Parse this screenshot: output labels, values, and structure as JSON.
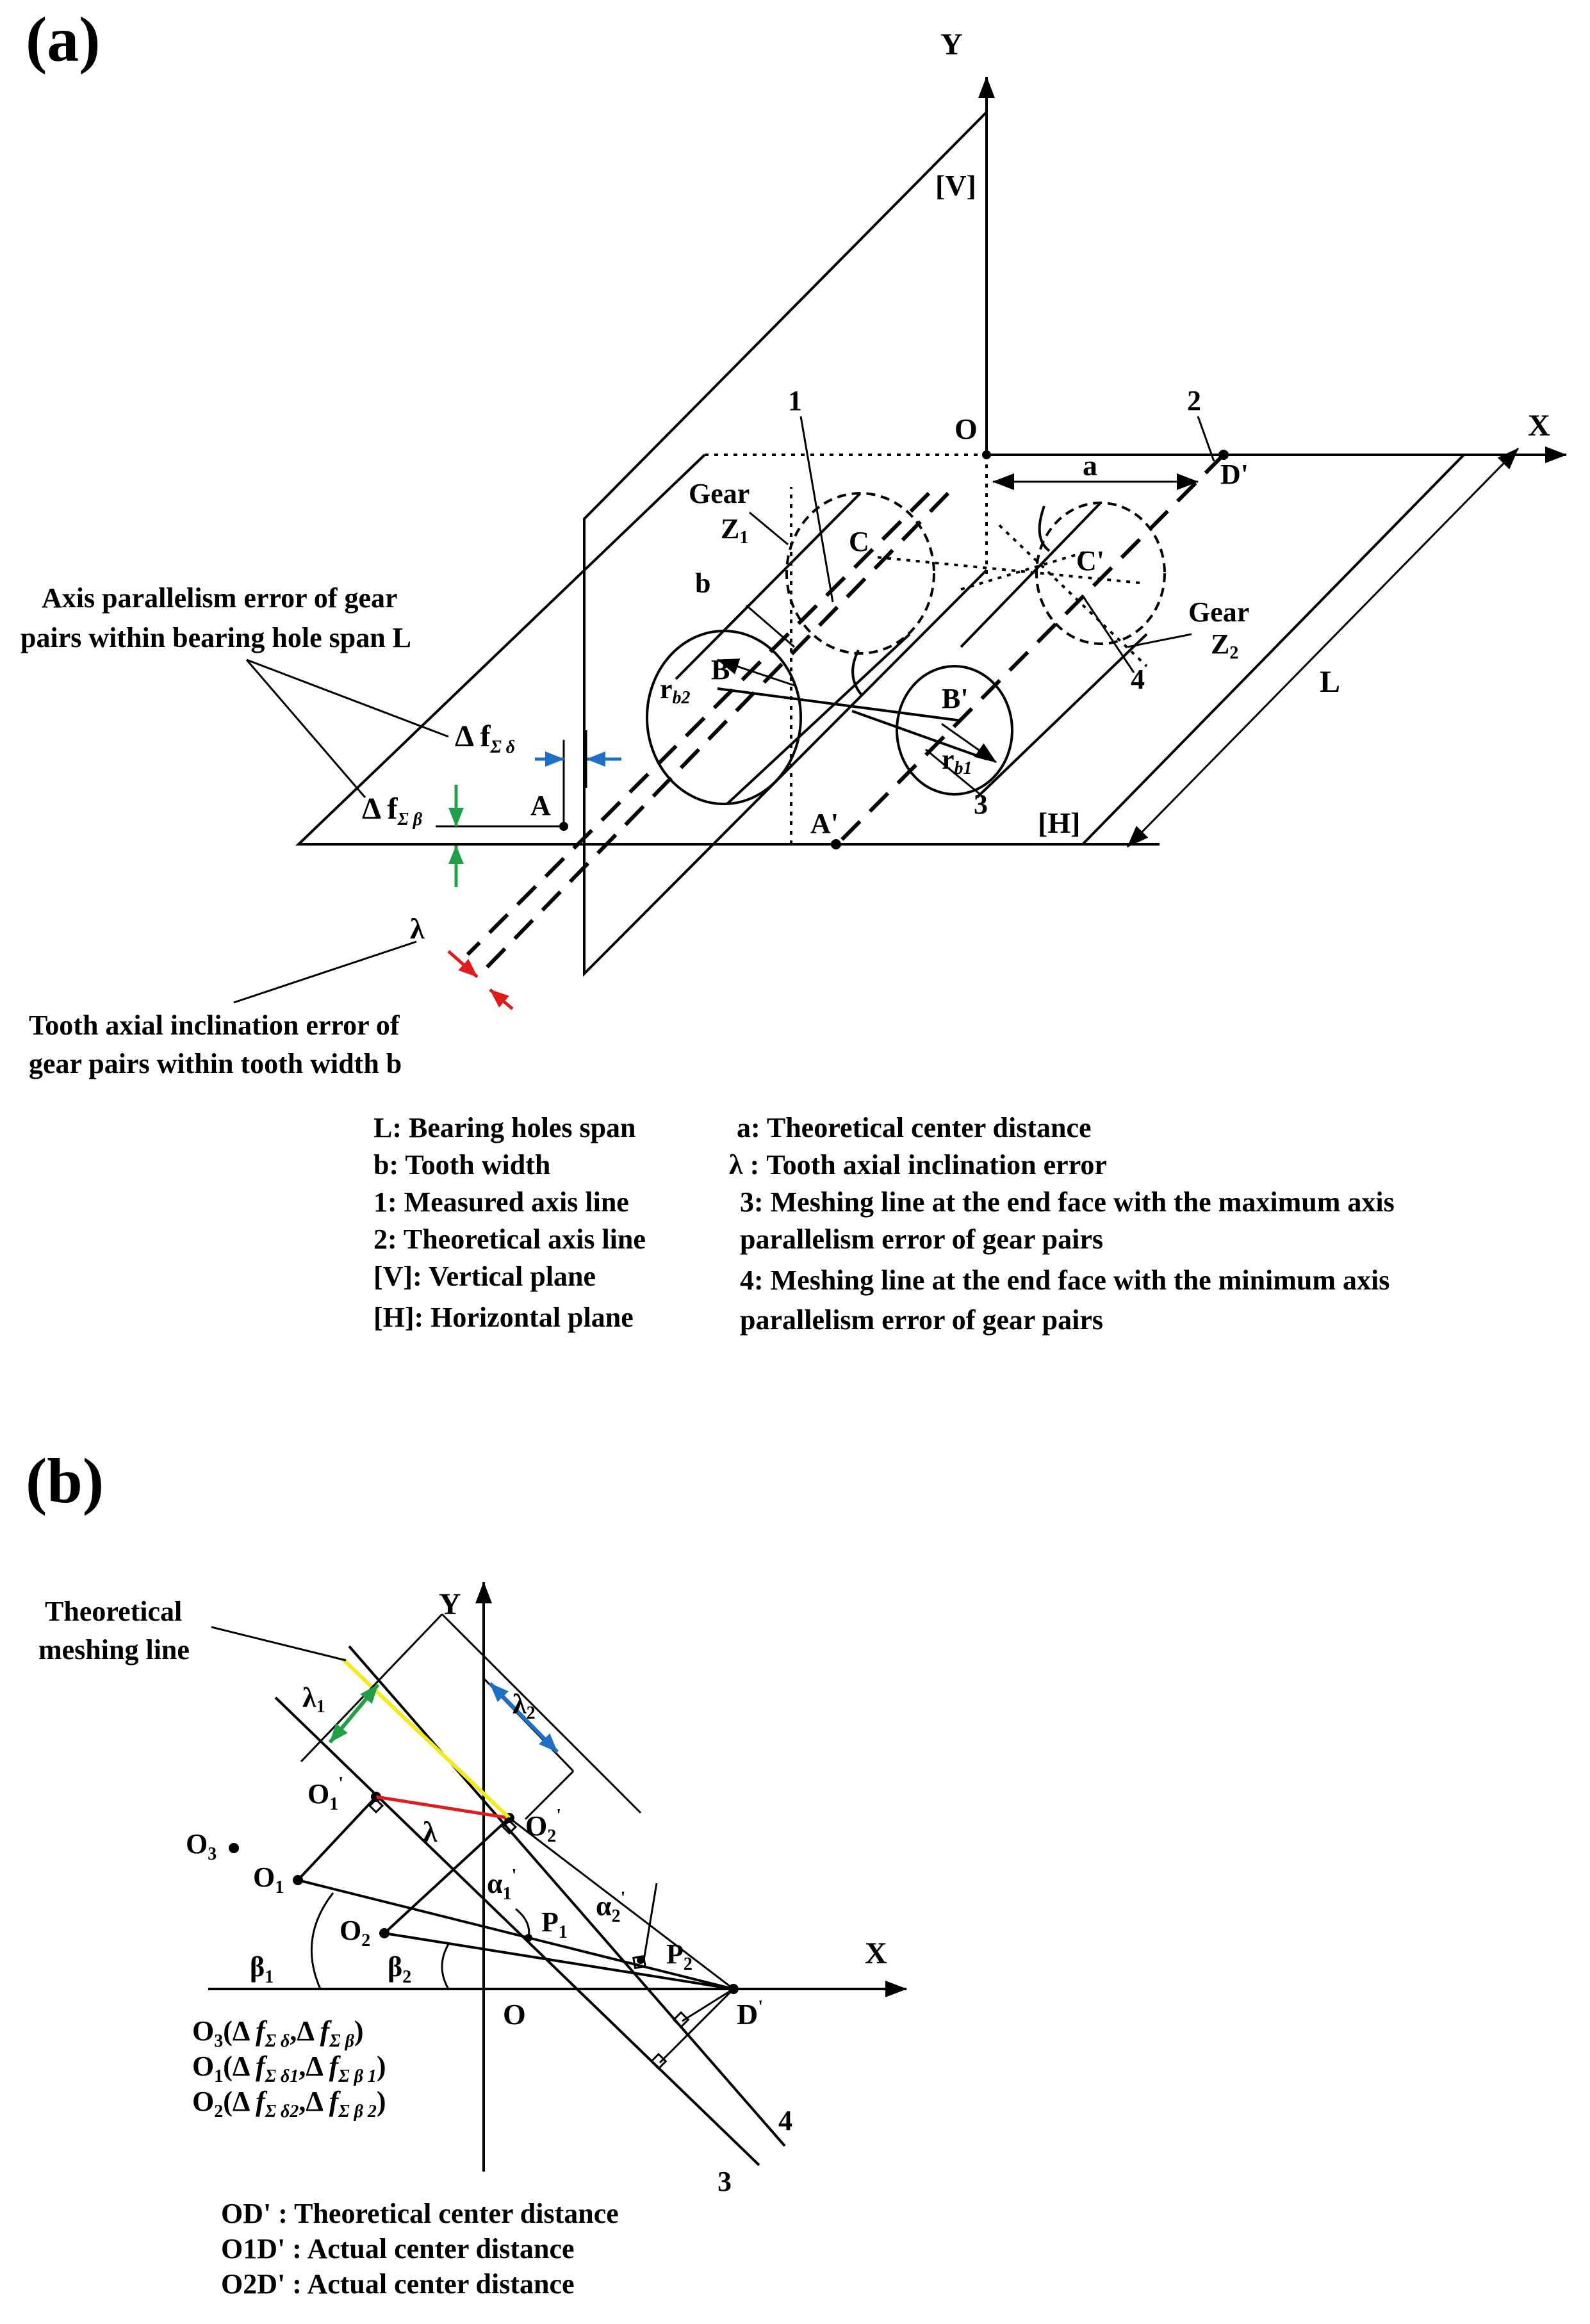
{
  "panel_a": {
    "label": "(a)",
    "axes": {
      "y": "Y",
      "x": "X",
      "origin": "O"
    },
    "planes": {
      "vertical": "[V]",
      "horizontal": "[H]"
    },
    "points": {
      "A": "A",
      "A_prime": "A'",
      "B": "B",
      "B_prime": "B'",
      "C": "C",
      "C_prime": "C'",
      "D_prime": "D'"
    },
    "dims": {
      "a": "a",
      "b": "b",
      "L": "L"
    },
    "numbers": {
      "one": "1",
      "two": "2",
      "three": "3",
      "four": "4"
    },
    "gear1": {
      "word": "Gear",
      "sym": "Z",
      "sub": "1"
    },
    "gear2": {
      "word": "Gear",
      "sym": "Z",
      "sub": "2"
    },
    "radius_b2": {
      "sym": "r",
      "sub": "b2"
    },
    "radius_b1": {
      "sym": "r",
      "sub": "b1"
    },
    "lambda": "λ",
    "df_delta": {
      "main": "Δ f",
      "sub": "Σ δ"
    },
    "df_beta": {
      "main": "Δ f",
      "sub": "Σ β"
    },
    "axis_parallel_note": [
      "Axis parallelism error of gear",
      "pairs within bearing hole span L"
    ],
    "tooth_incl_note": [
      "Tooth axial inclination error of",
      "gear pairs within tooth width b"
    ],
    "legend_left": [
      "L: Bearing holes span",
      "b: Tooth width",
      "1: Measured axis line",
      "2: Theoretical axis line",
      "[V]: Vertical plane",
      "[H]: Horizontal plane"
    ],
    "legend_right": [
      "a: Theoretical center distance",
      "λ  : Tooth axial inclination error",
      "3: Meshing line at  the end face with the maximum axis",
      "parallelism error of  gear pairs",
      "4: Meshing line at  the end face with the minimum axis",
      "parallelism error of  gear pairs"
    ]
  },
  "panel_b": {
    "label": "(b)",
    "axes": {
      "y": "Y",
      "x": "X",
      "origin": "O"
    },
    "theoretical_meshing": [
      "Theoretical",
      "meshing line"
    ],
    "lambda": "λ",
    "lambda1": {
      "main": "λ",
      "sub": "1"
    },
    "lambda2": {
      "main": "λ",
      "sub": "2"
    },
    "alpha1": {
      "main": "α",
      "sub": "1",
      "sup": "'"
    },
    "alpha2": {
      "main": "α",
      "sub": "2",
      "sup": "'"
    },
    "beta1": {
      "main": "β",
      "sub": "1"
    },
    "beta2": {
      "main": "β",
      "sub": "2"
    },
    "points": {
      "O1p": {
        "main": "O",
        "sub": "1",
        "sup": "'"
      },
      "O2p": {
        "main": "O",
        "sub": "2",
        "sup": "'"
      },
      "O1": {
        "main": "O",
        "sub": "1"
      },
      "O2": {
        "main": "O",
        "sub": "2"
      },
      "O3": {
        "main": "O",
        "sub": "3"
      },
      "P1": {
        "main": "P",
        "sub": "1"
      },
      "P2": {
        "main": "P",
        "sub": "2"
      },
      "Dp": {
        "main": "D",
        "sup": "'"
      }
    },
    "line_numbers": {
      "three": "3",
      "four": "4"
    },
    "coords": [
      {
        "point": "O",
        "psub": "3",
        "args": "(Δ f Σ δ ,Δ f Σ β )"
      },
      {
        "point": "O",
        "psub": "1",
        "args": "(Δ f Σ δ1 ,Δ f Σ β 1 )"
      },
      {
        "point": "O",
        "psub": "2",
        "args": "(Δ f Σ δ2 ,Δ f Σ β 2 )"
      }
    ],
    "coord_parts": {
      "c3": [
        "Δ",
        "f",
        "Σ δ",
        "Δ",
        "f",
        "Σ β"
      ],
      "c1": [
        "Δ",
        "f",
        "Σ δ1",
        "Δ",
        "f",
        "Σ β 1"
      ],
      "c2": [
        "Δ",
        "f",
        "Σ δ2",
        "Δ",
        "f",
        "Σ β 2"
      ]
    },
    "bottom_legend": [
      {
        "term": "OD'",
        "desc": " : Theoretical center distance"
      },
      {
        "term": "O1D'",
        "desc": "  : Actual center distance"
      },
      {
        "term": "O2D'",
        "desc": "  : Actual center distance"
      }
    ]
  },
  "colors": {
    "blue": "#1f6fc4",
    "green": "#21a047",
    "red": "#e01b1b",
    "yellow": "#f2ea1a"
  }
}
